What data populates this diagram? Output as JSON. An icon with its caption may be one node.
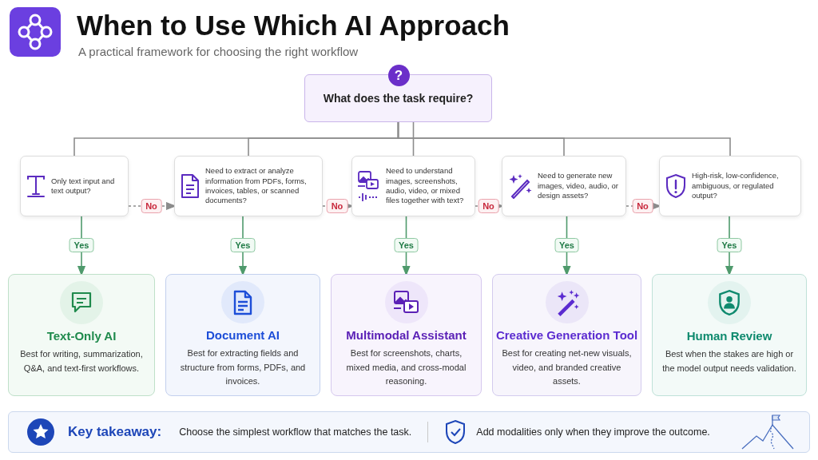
{
  "diagram": {
    "title": "When to Use Which AI Approach",
    "nodes": [
      {
        "text": [
          "?",
          "What does the task require?"
        ]
      },
      {
        "text": [
          "Only text input and text output?"
        ]
      },
      {
        "text": [
          "Need to extract or analyze information from PDFs, forms, invoices, tables, or scanned documents?"
        ]
      },
      {
        "text": [
          "Need to understand images, screenshots, audio, video, or mixed files together with text?"
        ]
      },
      {
        "text": [
          "Need to generate new images, video, audio, or design assets?"
        ]
      },
      {
        "text": [
          "High-risk, low-confidence, ambiguous, or regulated output?"
        ]
      },
      {
        "text": [
          "Text-Only AI",
          "Best for writing, summarization, Q&A, and text-first workflows."
        ]
      },
      {
        "text": [
          "Document AI",
          "Best for extracting fields and structure from forms, PDFs, and invoices."
        ]
      },
      {
        "text": [
          "Multimodal Assistant",
          "Best for screenshots, charts, mixed media, and cross-modal reasoning."
        ]
      },
      {
        "text": [
          "Creative Generation Tool",
          "Best for creating net-new visuals, video, and branded creative assets."
        ]
      },
      {
        "text": [
          "Human Review",
          "Best when the stakes are high or the model output needs validation."
        ]
      },
      {
        "text": [
          "Key takeaway:",
          "Choose the simplest workflow that matches the task.",
          "Add modalities only when they improve the outcome."
        ]
      }
    ],
    "edges": [
      {
        "from": 0,
        "to": 1,
        "arrow": "none"
      },
      {
        "from": 0,
        "to": 2,
        "arrow": "none"
      },
      {
        "from": 0,
        "to": 3,
        "arrow": "none"
      },
      {
        "from": 0,
        "to": 4,
        "arrow": "none"
      },
      {
        "from": 0,
        "to": 5,
        "arrow": "none"
      },
      {
        "from": 1,
        "to": 2,
        "arrow": "to",
        "label": "No",
        "style": "dashed"
      },
      {
        "from": 2,
        "to": 3,
        "arrow": "to",
        "label": "No",
        "style": "dashed"
      },
      {
        "from": 3,
        "to": 4,
        "arrow": "to",
        "label": "No",
        "style": "dashed"
      },
      {
        "from": 4,
        "to": 5,
        "arrow": "to",
        "label": "No",
        "style": "dashed"
      },
      {
        "from": 1,
        "to": 6,
        "arrow": "to",
        "label": "Yes",
        "color": "#4f9a6c"
      },
      {
        "from": 2,
        "to": 7,
        "arrow": "to",
        "label": "Yes",
        "color": "#4f9a6c"
      },
      {
        "from": 3,
        "to": 8,
        "arrow": "to",
        "label": "Yes",
        "color": "#4f9a6c"
      },
      {
        "from": 4,
        "to": 9,
        "arrow": "to",
        "label": "Yes",
        "color": "#4f9a6c"
      },
      {
        "from": 5,
        "to": 10,
        "arrow": "to",
        "label": "Yes",
        "color": "#4f9a6c"
      }
    ],
    "labels": [
      "A practical framework for choosing the right workflow"
    ]
  }
}
